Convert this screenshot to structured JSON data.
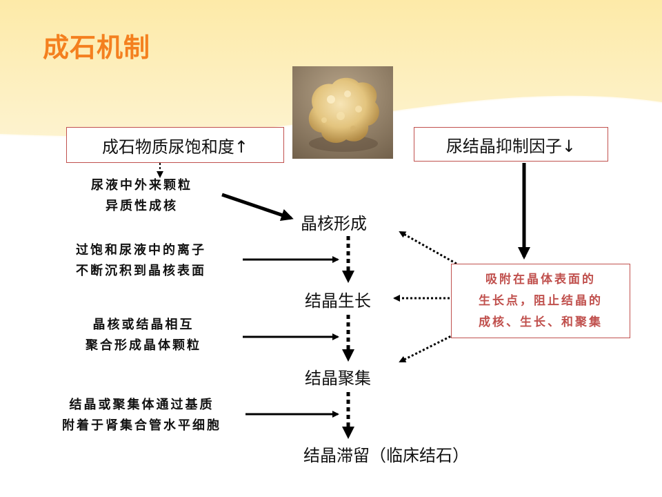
{
  "title": "成石机制",
  "photo_caption": "",
  "top_left_box": "成石物质尿饱和度↑",
  "top_right_box": "尿结晶抑制因子↓",
  "stages": [
    "晶核形成",
    "结晶生长",
    "结晶聚集",
    "结晶滞留（临床结石）"
  ],
  "side_notes": [
    {
      "line1": "尿液中外来颗粒",
      "line2": "异质性成核"
    },
    {
      "line1": "过饱和尿液中的离子",
      "line2": "不断沉积到晶核表面"
    },
    {
      "line1": "晶核或结晶相互",
      "line2": "聚合形成晶体颗粒"
    },
    {
      "line1": "结晶或聚集体通过基质",
      "line2": "附着于肾集合管水平细胞"
    }
  ],
  "inhibitor_box": {
    "line1": "吸附在晶体表面的",
    "line2": "生长点，阻止结晶的",
    "line3": "成核、生长、和聚集"
  },
  "colors": {
    "title": "#f4801f",
    "band": "#fde9a6",
    "box_border": "#c0504d",
    "inhibitor_text": "#c0504d"
  }
}
